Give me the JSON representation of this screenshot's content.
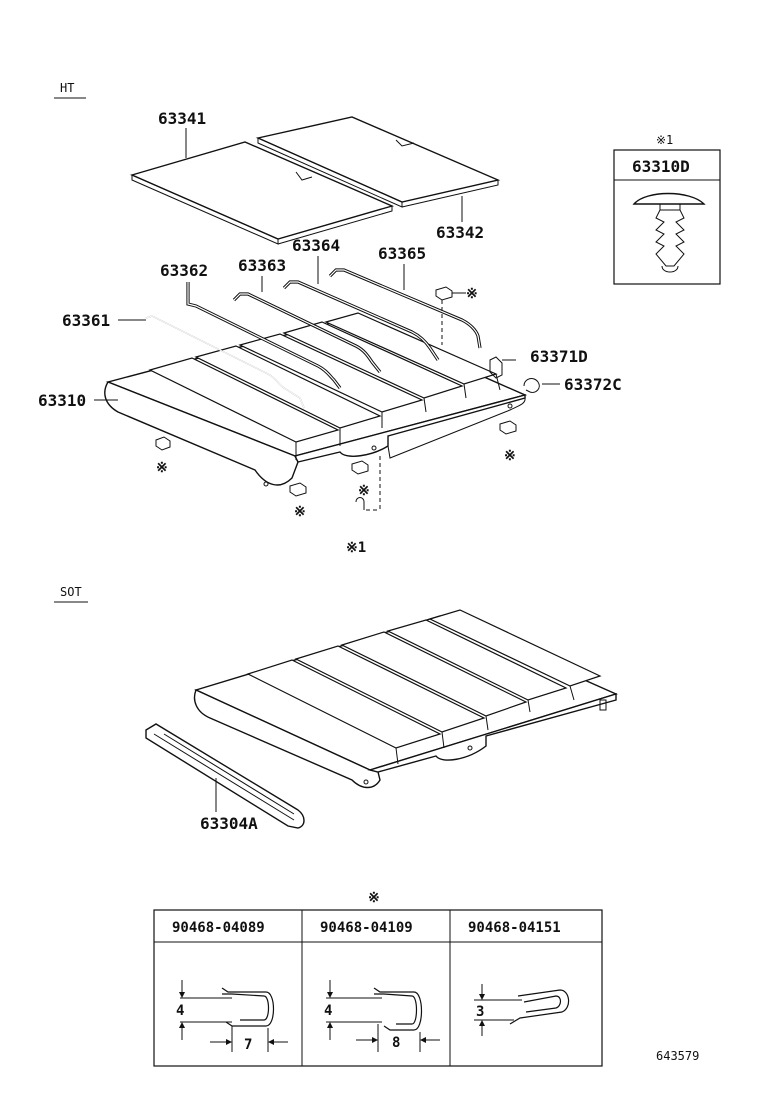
{
  "sections": {
    "ht": "HT",
    "sot": "SOT"
  },
  "parts": {
    "p63341": "63341",
    "p63342": "63342",
    "p63364": "63364",
    "p63365": "63365",
    "p63362": "63362",
    "p63363": "63363",
    "p63361": "63361",
    "p63310": "63310",
    "p63371d": "63371D",
    "p63372c": "63372C",
    "p63304a": "63304A"
  },
  "marks": {
    "asterisk": "※",
    "ref1": "※1",
    "ref1_box": "※1"
  },
  "inset": {
    "part": "63310D"
  },
  "clip_table": {
    "symbol": "※",
    "columns": [
      {
        "part": "90468-04089",
        "dim_a": "4",
        "dim_b": "7"
      },
      {
        "part": "90468-04109",
        "dim_a": "4",
        "dim_b": "8"
      },
      {
        "part": "90468-04151",
        "dim_a": "3"
      }
    ]
  },
  "figure_id": "643579"
}
